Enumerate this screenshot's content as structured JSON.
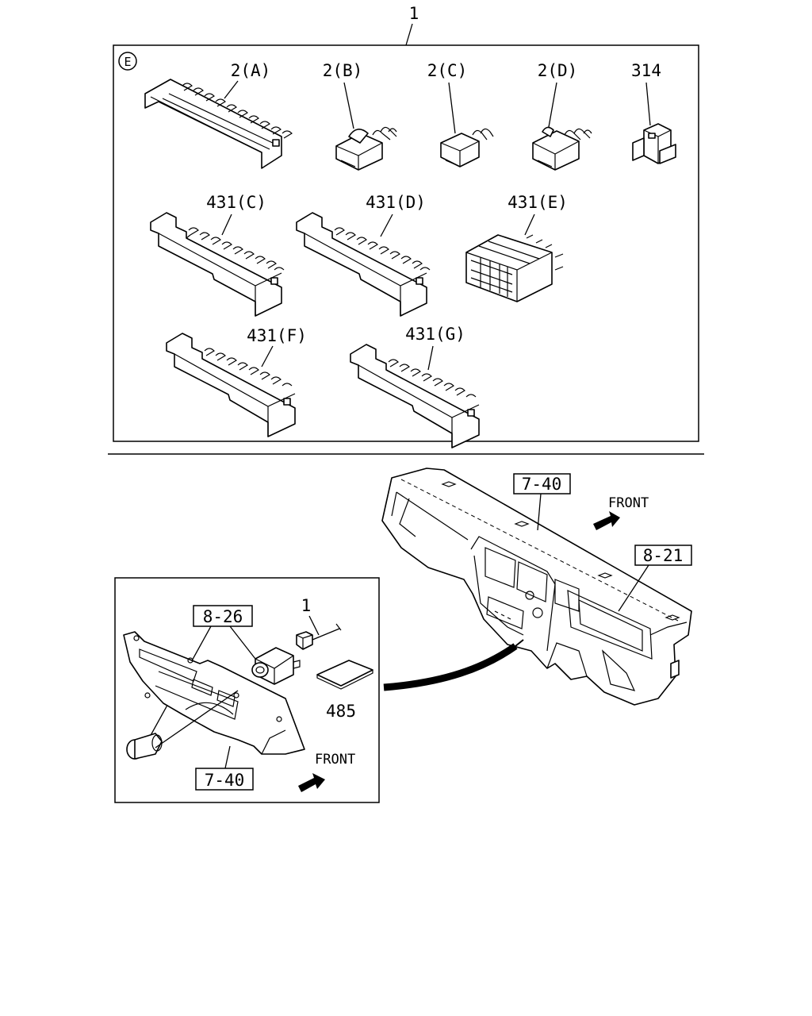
{
  "top_callout": "1",
  "kit_marker": "E",
  "kit_parts": {
    "p2a": "2(A)",
    "p2b": "2(B)",
    "p2c": "2(C)",
    "p2d": "2(D)",
    "p314": "314",
    "p431c": "431(C)",
    "p431d": "431(D)",
    "p431e": "431(E)",
    "p431f": "431(F)",
    "p431g": "431(G)"
  },
  "dashboard": {
    "ref_panel": "7-40",
    "ref_meter": "8-21",
    "front_label": "FRONT"
  },
  "inset": {
    "ref_switch": "8-26",
    "callout_kit": "1",
    "callout_label": "485",
    "ref_panel": "7-40",
    "front_label": "FRONT"
  }
}
